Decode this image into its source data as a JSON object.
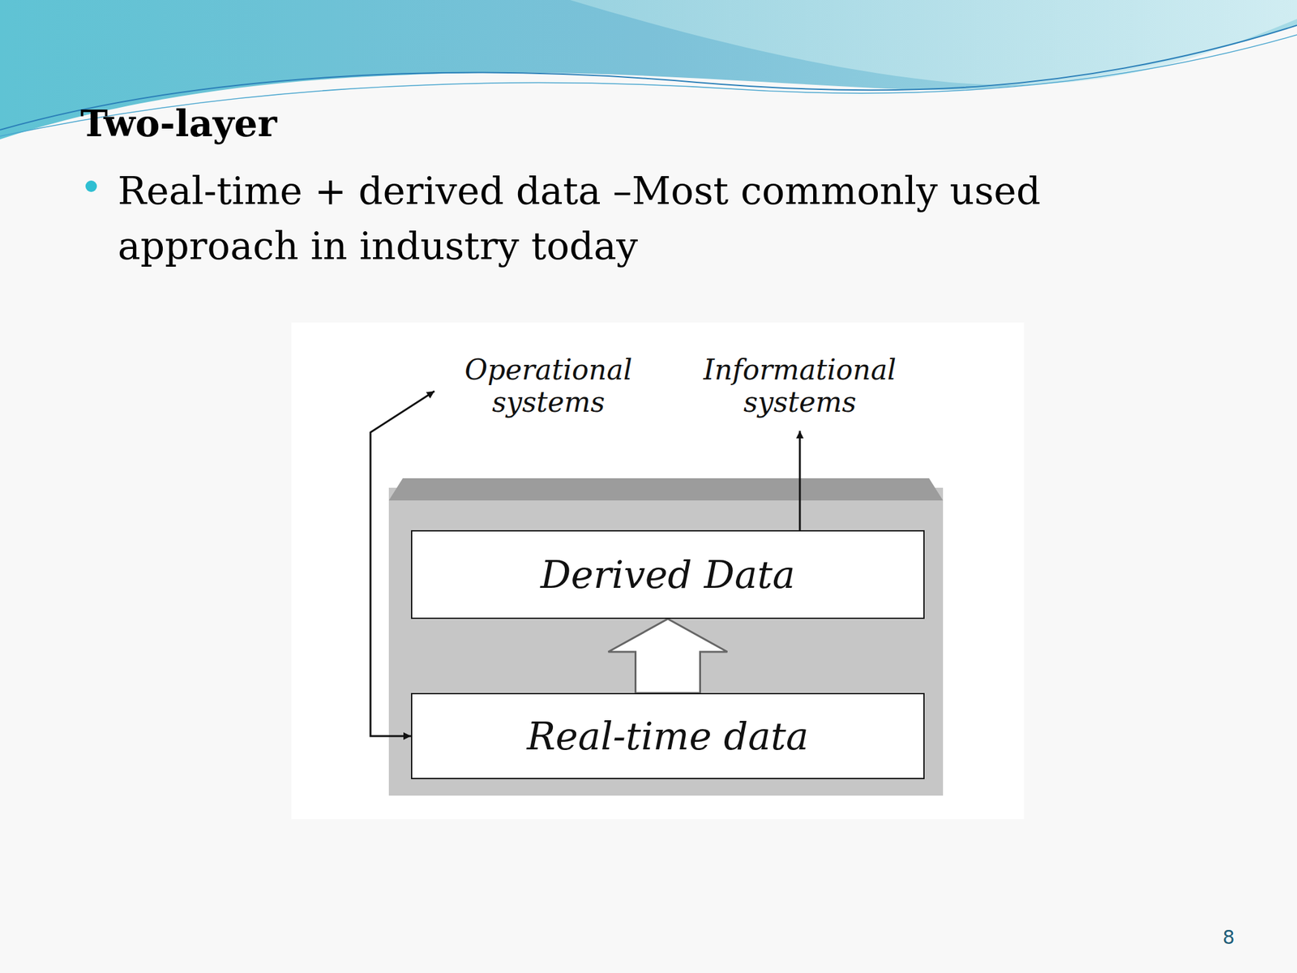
{
  "diagram": {
    "title": "Two-layer",
    "nodes": [
      {
        "text": [
          "Operational systems"
        ]
      },
      {
        "text": [
          "Informational systems"
        ]
      },
      {
        "text": [
          "Derived Data"
        ]
      },
      {
        "text": [
          "Real-time data"
        ]
      }
    ],
    "edges": [
      {
        "from": 3,
        "to": 0,
        "arrow": "both"
      },
      {
        "from": 3,
        "to": 2,
        "arrow": "to"
      },
      {
        "from": 2,
        "to": 1,
        "arrow": "to"
      }
    ],
    "labels": [
      "Real-time + derived data –Most commonly used approach in industry today",
      "8"
    ]
  }
}
